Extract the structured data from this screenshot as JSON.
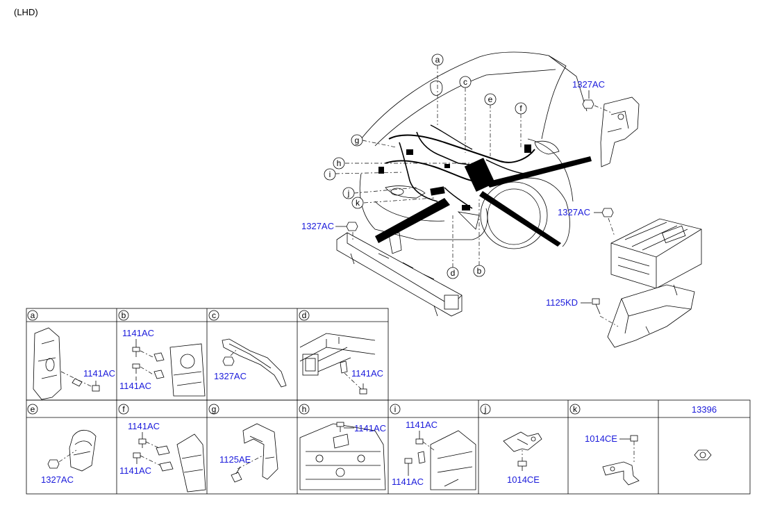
{
  "header": {
    "variant": "(LHD)"
  },
  "main_callouts": {
    "top_letters": [
      "a",
      "c",
      "e",
      "f"
    ],
    "side_letters": [
      "g",
      "h",
      "i",
      "j",
      "k"
    ],
    "bottom_letters": [
      "d",
      "b"
    ],
    "part_numbers": {
      "nut_top_right": "1327AC",
      "nut_left": "1327AC",
      "nut_junction_box": "1327AC",
      "bolt_junction_box": "1125KD"
    }
  },
  "detail_grid": {
    "row1": [
      {
        "letter": "a",
        "labels": [
          "1141AC"
        ]
      },
      {
        "letter": "b",
        "labels": [
          "1141AC",
          "1141AC"
        ]
      },
      {
        "letter": "c",
        "labels": [
          "1327AC"
        ]
      },
      {
        "letter": "d",
        "labels": [
          "1141AC"
        ]
      }
    ],
    "row2": [
      {
        "letter": "e",
        "labels": [
          "1327AC"
        ]
      },
      {
        "letter": "f",
        "labels": [
          "1141AC",
          "1141AC"
        ]
      },
      {
        "letter": "g",
        "labels": [
          "1125AE"
        ]
      },
      {
        "letter": "h",
        "labels": [
          "1141AC"
        ]
      },
      {
        "letter": "i",
        "labels": [
          "1141AC",
          "1141AC"
        ]
      },
      {
        "letter": "j",
        "labels": [
          "1014CE"
        ]
      },
      {
        "letter": "k",
        "labels": [
          "1014CE"
        ]
      },
      {
        "header": "13396",
        "labels": []
      }
    ]
  }
}
